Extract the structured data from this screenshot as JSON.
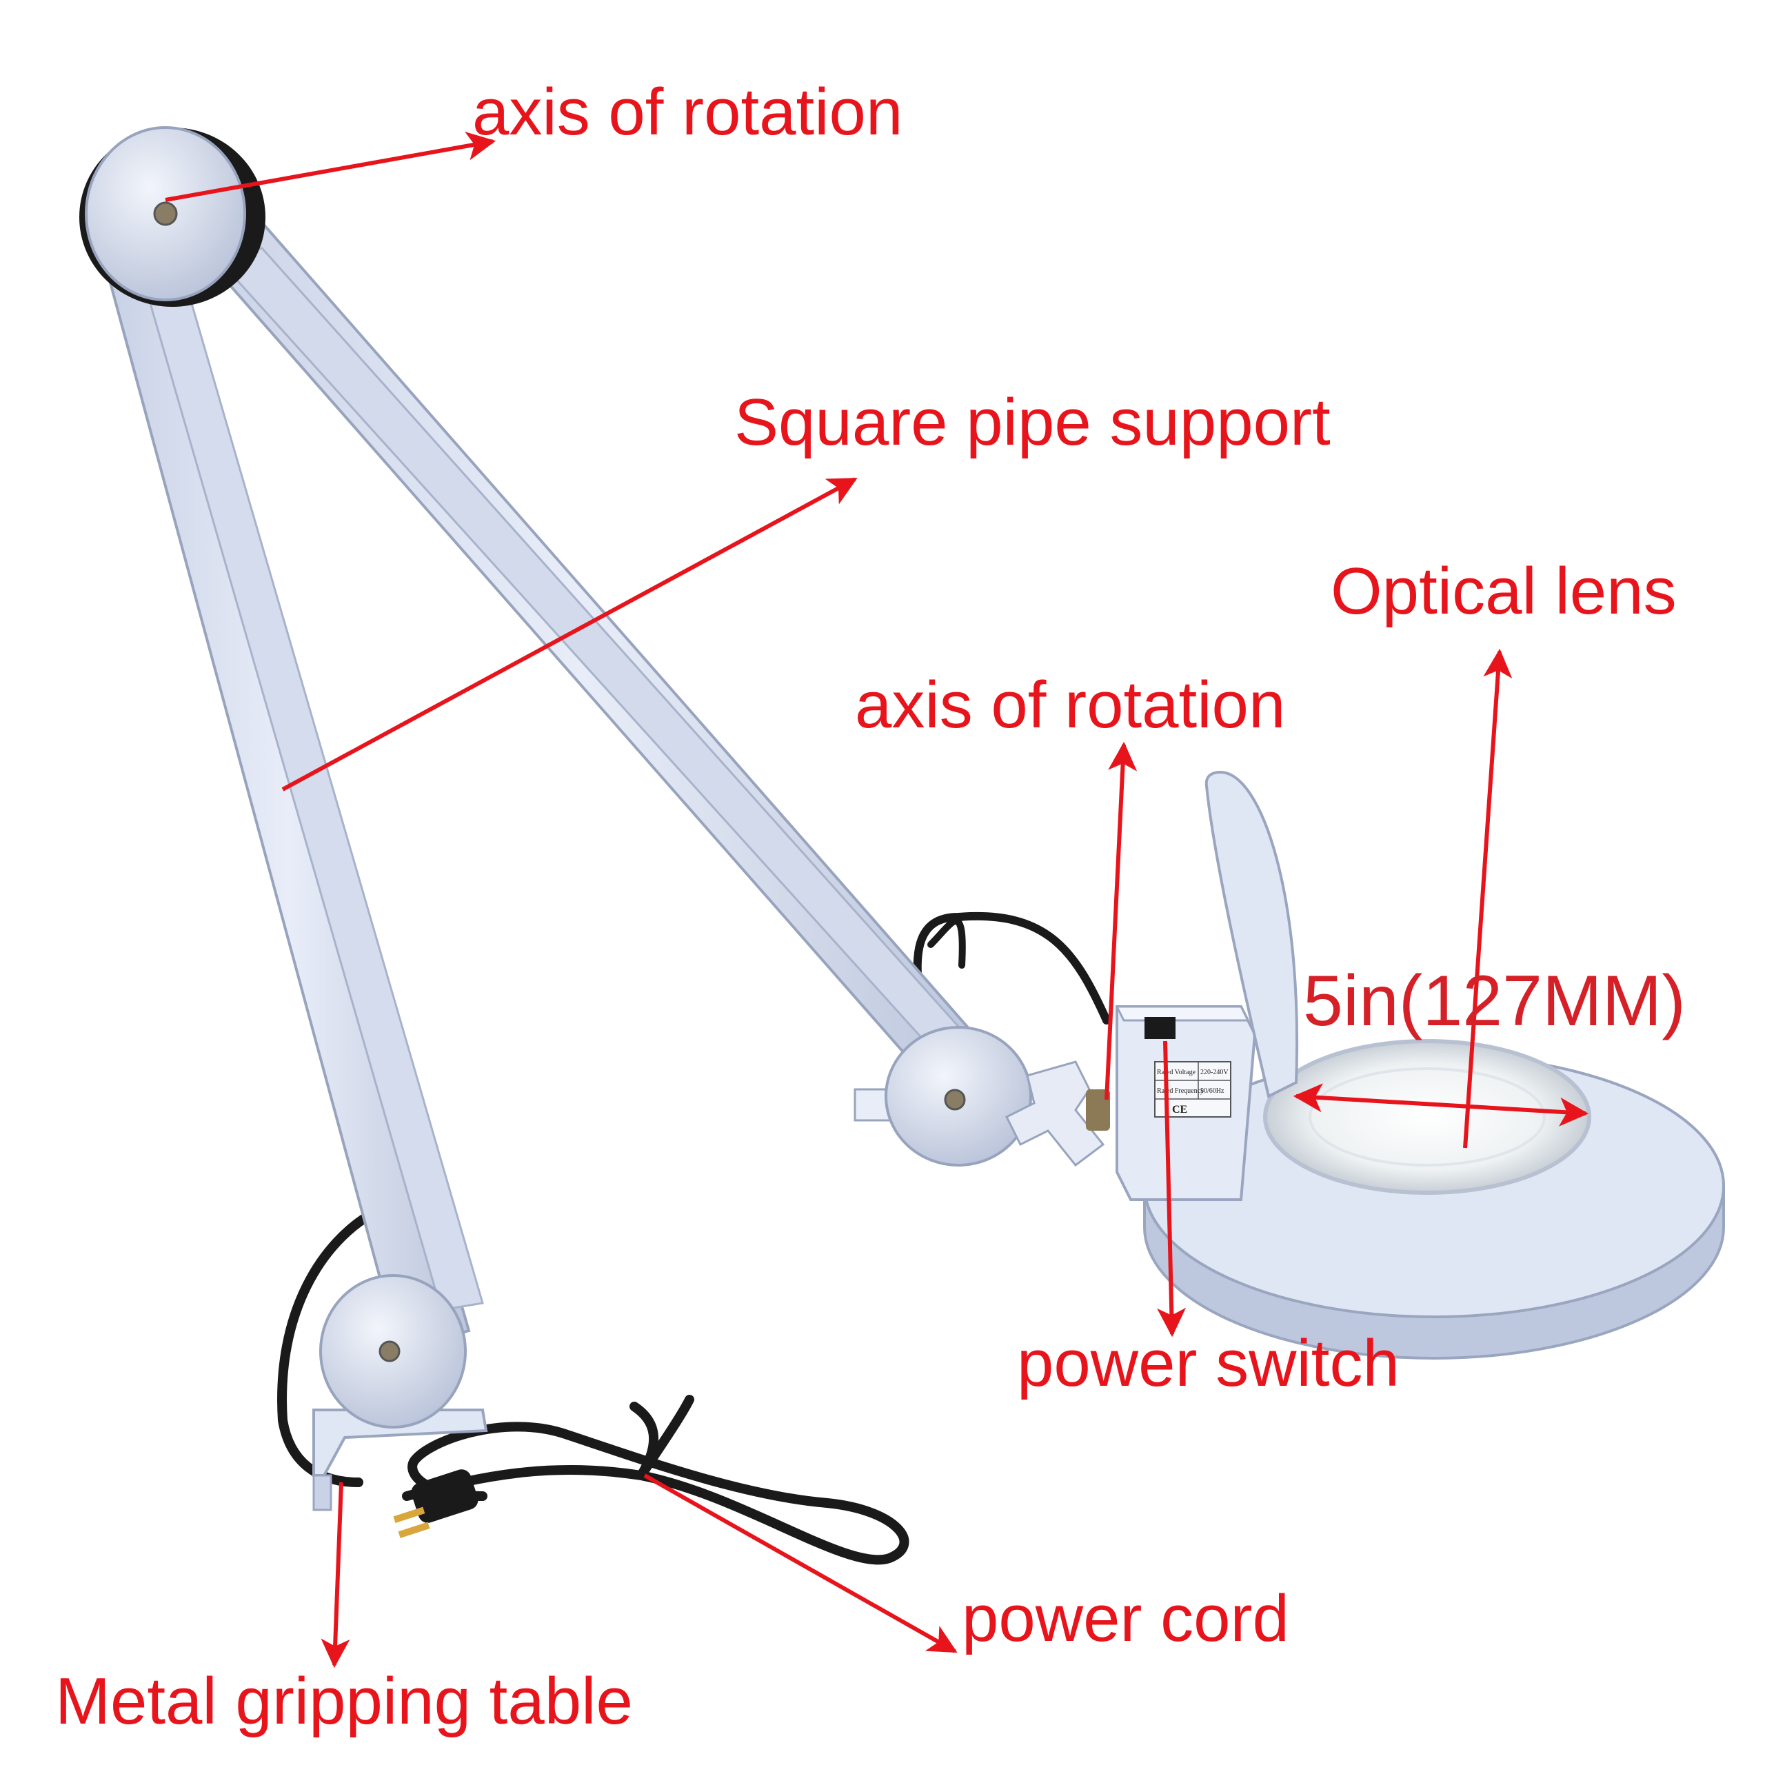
{
  "colors": {
    "annotation": "#e8141c",
    "lamp_body": "#dde4f3",
    "lamp_shadow": "#a9b4cc",
    "cord": "#1a1a1a",
    "background": "#ffffff"
  },
  "labels": {
    "axis_top": "axis of rotation",
    "square_pipe": "Square pipe support",
    "optical_lens": "Optical lens",
    "axis_head": "axis of rotation",
    "lens_size": "5in(127MM)",
    "power_switch": "power switch",
    "power_cord": "power cord",
    "gripping_table": "Metal gripping table"
  },
  "nameplate": {
    "voltage_label": "Rated Voltage",
    "voltage_value": "220-240V",
    "frequency_label": "Rated Frequency",
    "frequency_value": "50/60Hz",
    "mark": "CE"
  },
  "icons": [
    "arrow-icon",
    "ce-mark-icon",
    "plug-icon"
  ]
}
